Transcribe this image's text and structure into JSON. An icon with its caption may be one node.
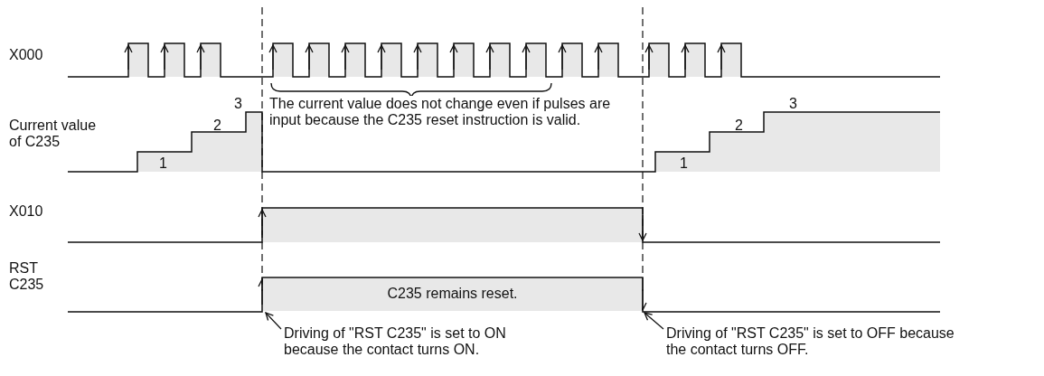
{
  "diagram": {
    "nodes": [
      {
        "text": [
          "C235 remains reset."
        ]
      },
      {
        "text": [
          "Driving of \"RST C235\" is set to ON because the contact turns ON."
        ]
      },
      {
        "text": [
          "Driving of \"RST C235\" is set to OFF because the contact turns OFF."
        ]
      }
    ],
    "edges": [
      {
        "from": 1,
        "to": 0,
        "arrow": "to"
      },
      {
        "from": 2,
        "to": 0,
        "arrow": "to"
      }
    ],
    "labels": [
      "X000",
      "The current value does not change even if pulses are input because the C235 reset instruction is valid.",
      "3",
      "Current value of C235",
      "2",
      "3",
      "2",
      "1",
      "1",
      "X010",
      "RST C235"
    ]
  }
}
